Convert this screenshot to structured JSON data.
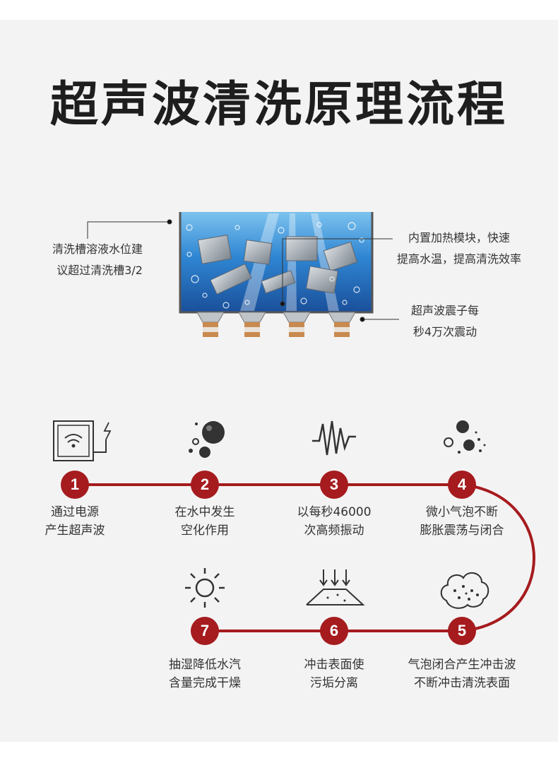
{
  "title": "超声波清洗原理流程",
  "diagram": {
    "label_left_line1": "清洗槽溶液水位建",
    "label_left_line2": "议超过清洗槽3/2",
    "label_right_top_line1": "内置加热模块，快速",
    "label_right_top_line2": "提高水温，提高清洗效率",
    "label_right_bottom_line1": "超声波震子每",
    "label_right_bottom_line2": "秒4万次震动"
  },
  "steps": [
    {
      "num": "1",
      "line1": "通过电源",
      "line2": "产生超声波",
      "icon": "power-socket-icon"
    },
    {
      "num": "2",
      "line1": "在水中发生",
      "line2": "空化作用",
      "icon": "bubbles-icon"
    },
    {
      "num": "3",
      "line1": "以每秒46000",
      "line2": "次高频振动",
      "icon": "vibration-wave-icon"
    },
    {
      "num": "4",
      "line1": "微小气泡不断",
      "line2": "膨胀震荡与闭合",
      "icon": "bubble-burst-icon"
    },
    {
      "num": "5",
      "line1": "气泡闭合产生冲击波",
      "line2": "不断冲击清洗表面",
      "icon": "dirt-cloud-icon"
    },
    {
      "num": "6",
      "line1": "冲击表面使",
      "line2": "污垢分离",
      "icon": "impact-arrows-icon"
    },
    {
      "num": "7",
      "line1": "抽湿降低水汽",
      "line2": "含量完成干燥",
      "icon": "sun-icon"
    }
  ],
  "colors": {
    "accent": "#a51b1e",
    "water": "#3f8fd6",
    "text": "#333333"
  }
}
